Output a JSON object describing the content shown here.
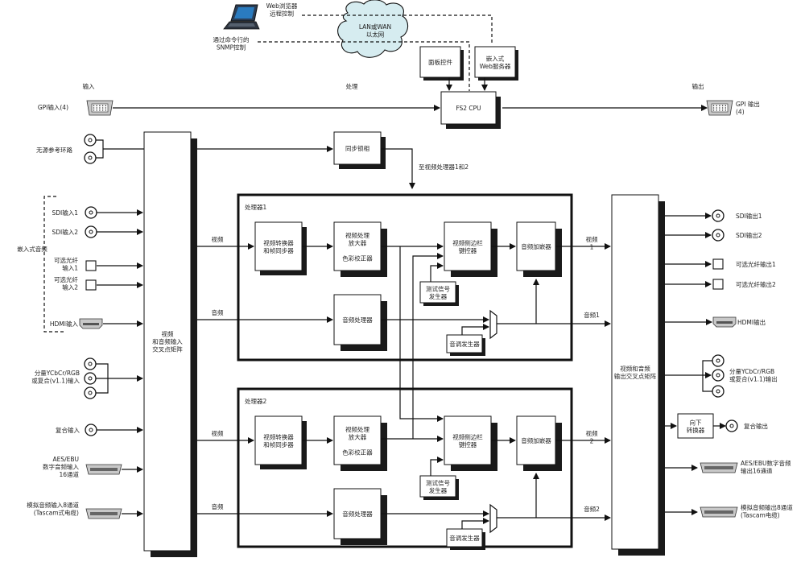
{
  "title": "FS2 block diagram",
  "colors": {
    "cloud": "#d6ecf0",
    "line": "#111111",
    "shadow": "#1a1a1a"
  },
  "top": {
    "web_ctrl": [
      "Web浏览器",
      "远程控制"
    ],
    "snmp_ctrl": [
      "通过命令行的",
      "SNMP控制"
    ],
    "cloud": [
      "LAN或WAN",
      "以太网"
    ],
    "panel": "面板控件",
    "web_server": [
      "嵌入式",
      "Web服务器"
    ],
    "cpu": "FS2 CPU",
    "col_input": "输入",
    "col_process": "处理",
    "col_output": "输出",
    "gpi_in": "GPI输入(4)",
    "gpi_out": [
      "GPI 输出",
      "(4)"
    ],
    "laptop_icon": "laptop-icon"
  },
  "ref": {
    "ref_loop": "无源参考环路",
    "genlock": "同步锁相",
    "to_proc": "至视频处理器1和2"
  },
  "inputs": {
    "embedded_audio": "嵌入式音频",
    "sdi1": "SDI输入1",
    "sdi2": "SDI输入2",
    "fiber1": [
      "可选光纤",
      "输入1"
    ],
    "fiber2": [
      "可选光纤",
      "输入2"
    ],
    "hdmi": "HDMI输入",
    "component": [
      "分量YCbCr/RGB",
      "或复合(v1.1)输入"
    ],
    "composite": "复合输入",
    "aes": [
      "AES/EBU",
      "数字音频输入",
      "16通道"
    ],
    "analog": [
      "模拟音频输入8通道",
      "(Tascam式电缆)"
    ]
  },
  "in_matrix": [
    "视频",
    "和音频输入",
    "交叉点矩阵"
  ],
  "out_matrix": [
    "视频和音频",
    "输出交叉点矩阵"
  ],
  "signals": {
    "video": "视频",
    "audio": "音频"
  },
  "processors": [
    {
      "name": "处理器1",
      "converter": [
        "视频转换器",
        "和帧同步器"
      ],
      "proc_amp": [
        "视频处理",
        "放大器",
        "",
        "色彩校正器"
      ],
      "keyer": [
        "视频侧边栏",
        "键控器"
      ],
      "embedder": "音频加嵌器",
      "test_gen": [
        "测试信号",
        "发生器"
      ],
      "audio_proc": "音频处理器",
      "tone_gen": "音调发生器",
      "video_out": [
        "视频",
        "1"
      ],
      "audio_out": "音频1"
    },
    {
      "name": "处理器2",
      "converter": [
        "视频转换器",
        "和帧同步器"
      ],
      "proc_amp": [
        "视频处理",
        "放大器",
        "",
        "色彩校正器"
      ],
      "keyer": [
        "视频侧边栏",
        "键控器"
      ],
      "embedder": "音频加嵌器",
      "test_gen": [
        "测试信号",
        "发生器"
      ],
      "audio_proc": "音频处理器",
      "tone_gen": "音调发生器",
      "video_out": [
        "视频",
        "2"
      ],
      "audio_out": "音频2"
    }
  ],
  "outputs": {
    "sdi1": "SDI输出1",
    "sdi2": "SDI输出2",
    "fiber1": "可选光纤输出1",
    "fiber2": "可选光纤输出2",
    "hdmi": "HDMI输出",
    "component": [
      "分量YCbCr/RGB",
      "或复合(v1.1)输出"
    ],
    "downconv": [
      "向下",
      "转换器"
    ],
    "composite": "复合输出",
    "aes": [
      "AES/EBU数字音频",
      "输出16通道"
    ],
    "analog": [
      "模拟音频输出8通道",
      "(Tascam电缆)"
    ]
  }
}
